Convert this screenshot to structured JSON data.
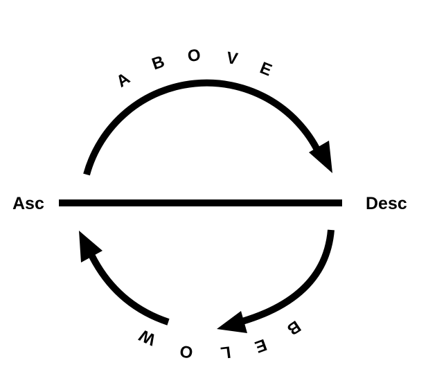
{
  "diagram": {
    "left_label": "Asc",
    "right_label": "Desc",
    "top_word": [
      "A",
      "B",
      "O",
      "V",
      "E"
    ],
    "bottom_word": [
      "B",
      "E",
      "L",
      "O",
      "W"
    ],
    "colors": {
      "ink": "#000000",
      "background": "#ffffff"
    }
  }
}
